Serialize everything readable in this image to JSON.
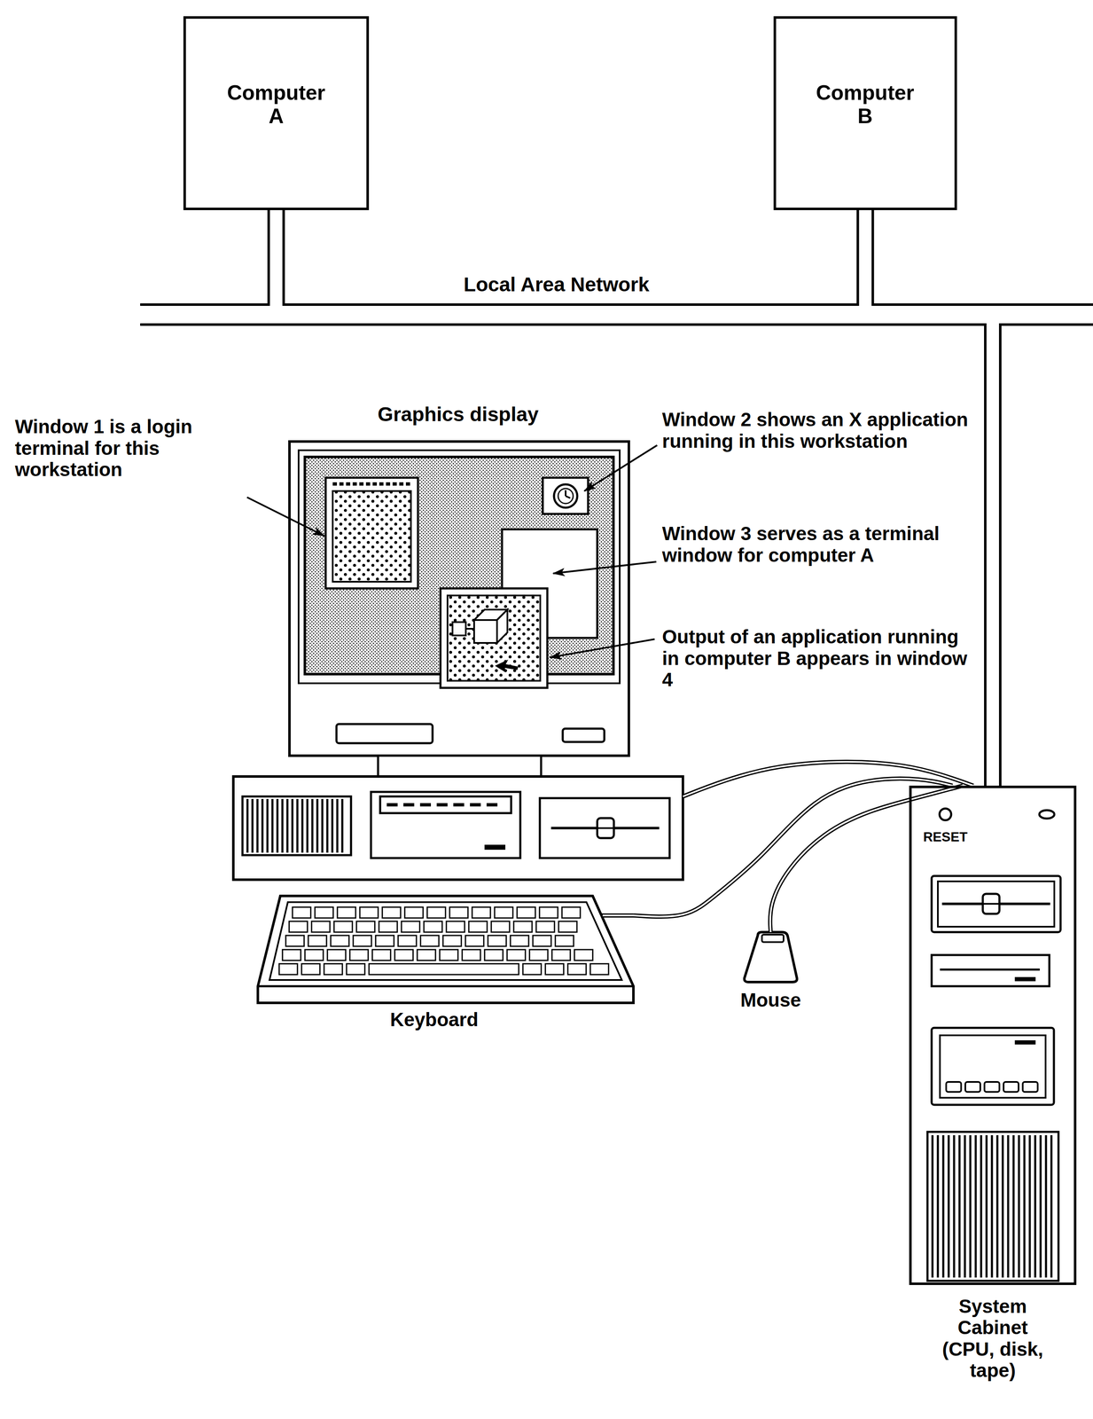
{
  "diagram": {
    "nodes": [
      {
        "text": [
          "Computer A"
        ]
      },
      {
        "text": [
          "Computer B"
        ]
      },
      {
        "text": [
          "Local Area Network"
        ]
      },
      {
        "text": [
          "Graphics display"
        ]
      },
      {
        "text": [
          "%"
        ],
        "in": 3
      },
      {
        "text": [
          "Keyboard"
        ]
      },
      {
        "text": [
          "Mouse"
        ]
      },
      {
        "text": [
          "RESET",
          "System Cabinet (CPU, disk, tape)"
        ]
      }
    ],
    "edges": [
      {
        "from": 0,
        "to": 2,
        "arrow": "none"
      },
      {
        "from": 1,
        "to": 2,
        "arrow": "none"
      },
      {
        "from": 2,
        "to": 7,
        "arrow": "none"
      },
      {
        "from": 3,
        "to": 7,
        "arrow": "none"
      },
      {
        "from": 5,
        "to": 7,
        "arrow": "none"
      },
      {
        "from": 6,
        "to": 7,
        "arrow": "none"
      }
    ],
    "labels": [
      "Window 1 is a login terminal for this workstation",
      "Window 2 shows an X application running in this workstation",
      "Window 3 serves as a terminal window for computer A",
      "Output of an application running in computer B appears in window 4"
    ]
  }
}
